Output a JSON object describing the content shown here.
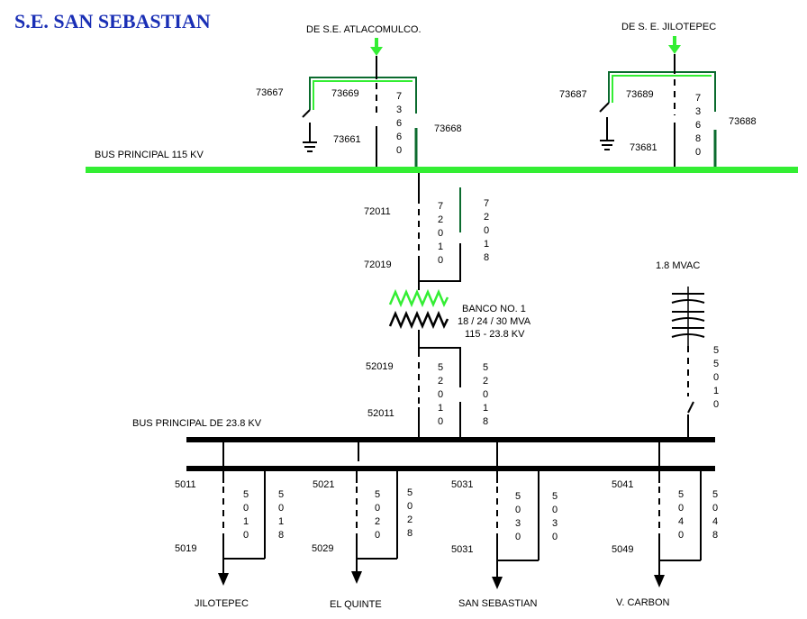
{
  "title": "S.E. SAN SEBASTIAN",
  "sources": {
    "left": "DE  S.E. ATLACOMULCO.",
    "right": "DE S. E. JILOTEPEC"
  },
  "bus115_label": "BUS PRINCIPAL 115  KV",
  "bus23_label": "BUS PRINCIPAL DE 23.8 KV",
  "sw": {
    "s73667": "73667",
    "s73669": "73669",
    "s73661": "73661",
    "s73660": "73660",
    "s73668": "73668",
    "s73687": "73687",
    "s73689": "73689",
    "s73681": "73681",
    "s73680": "73680",
    "s73688": "73688",
    "s72011": "72011",
    "s72019": "72019",
    "s72010": "72010",
    "s72018": "72018",
    "s52019": "52019",
    "s52011": "52011",
    "s52010": "52010",
    "s52018": "52018",
    "s55010": "55010",
    "s5011": "5011",
    "s5019": "5019",
    "s5010": "5010",
    "s5018": "5018",
    "s5021": "5021",
    "s5029": "5029",
    "s5020": "5020",
    "s5028": "5028",
    "s5031a": "5031",
    "s5031b": "5031",
    "s5030a": "5030",
    "s5030b": "5030",
    "s5041": "5041",
    "s5049": "5049",
    "s5040": "5040",
    "s5048": "5048"
  },
  "transformer": {
    "name": "BANCO NO. 1",
    "rating": "18 / 24 / 30 MVA",
    "voltage": "115 - 23.8 KV"
  },
  "capacitor_label": "1.8 MVAC",
  "feeders": {
    "f1": "JILOTEPEC",
    "f2": "EL QUINTE",
    "f3": "SAN SEBASTIAN",
    "f4": "V. CARBON"
  },
  "colors": {
    "title": "#1a2fb5",
    "energized": "#33ee33",
    "line": "#000000",
    "dark_green": "#0b6b2e"
  }
}
